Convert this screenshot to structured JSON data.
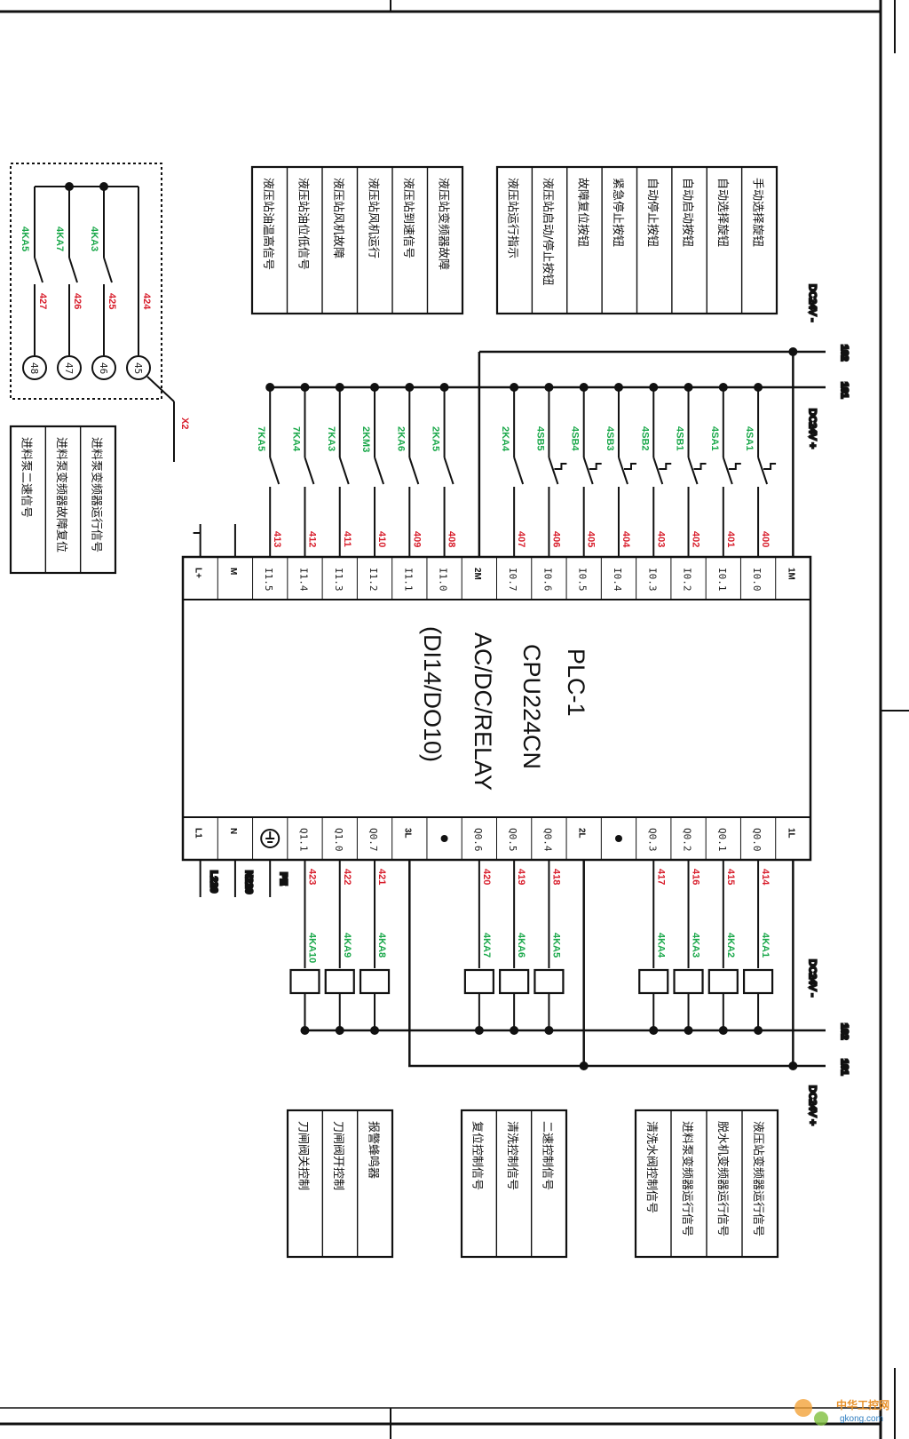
{
  "plc": {
    "name": "PLC-1",
    "model": "CPU224CN",
    "type": "AC/DC/RELAY",
    "io": "(DI14/DO10)"
  },
  "rails": {
    "r102": "102",
    "r101": "101",
    "dc_minus": "DC24V -",
    "dc_plus": "DC24V +"
  },
  "input_terminals": [
    "L+",
    "M",
    "I1.5",
    "I1.4",
    "I1.3",
    "I1.2",
    "I1.1",
    "I1.0",
    "2M",
    "I0.7",
    "I0.6",
    "I0.5",
    "I0.4",
    "I0.3",
    "I0.2",
    "I0.1",
    "I0.0",
    "1M"
  ],
  "output_terminals": [
    "L1",
    "N",
    "PE",
    "Q1.1",
    "Q1.0",
    "Q0.7",
    "3L",
    "•",
    "Q0.6",
    "Q0.5",
    "Q0.4",
    "2L",
    "•",
    "Q0.3",
    "Q0.2",
    "Q0.1",
    "Q0.0",
    "1L"
  ],
  "inputs": [
    {
      "wire": "400",
      "device": "4SA1"
    },
    {
      "wire": "401",
      "device": "4SA1"
    },
    {
      "wire": "402",
      "device": "4SB1"
    },
    {
      "wire": "403",
      "device": "4SB2"
    },
    {
      "wire": "404",
      "device": "4SB3"
    },
    {
      "wire": "405",
      "device": "4SB4"
    },
    {
      "wire": "406",
      "device": "4SB5"
    },
    {
      "wire": "407",
      "device": "2KA4"
    },
    {
      "wire": "408",
      "device": "2KA5"
    },
    {
      "wire": "409",
      "device": "2KA6"
    },
    {
      "wire": "410",
      "device": "2KM3"
    },
    {
      "wire": "411",
      "device": "7KA3"
    },
    {
      "wire": "412",
      "device": "7KA4"
    },
    {
      "wire": "413",
      "device": "7KA5"
    }
  ],
  "outputs": [
    {
      "wire": "414",
      "coil": "4KA1"
    },
    {
      "wire": "415",
      "coil": "4KA2"
    },
    {
      "wire": "416",
      "coil": "4KA3"
    },
    {
      "wire": "417",
      "coil": "4KA4"
    },
    {
      "wire": "418",
      "coil": "4KA5"
    },
    {
      "wire": "419",
      "coil": "4KA6"
    },
    {
      "wire": "420",
      "coil": "4KA7"
    },
    {
      "wire": "421",
      "coil": "4KA8"
    },
    {
      "wire": "422",
      "coil": "4KA9"
    },
    {
      "wire": "423",
      "coil": "4KA10"
    }
  ],
  "power_labels": {
    "l": "L220",
    "n": "N220",
    "pe": "PE"
  },
  "input_desc_group1": [
    "手动选择旋钮",
    "自动选择旋钮",
    "自动启动按钮",
    "自动停止按钮",
    "紧急停止按钮",
    "故障复位按钮",
    "液压站启动/停止按钮",
    "液压站运行指示"
  ],
  "input_desc_group2": [
    "液压站变频器故障",
    "液压站到速信号",
    "液压站风机运行",
    "液压站风机故障",
    "液压站油位低信号",
    "液压站油温高信号"
  ],
  "output_desc_group1": [
    "液压站变频器运行信号",
    "脱水机变频器运行信号",
    "进料泵变频器运行信号",
    "清洗水阀控制信号"
  ],
  "output_desc_group2": [
    "二速控制信号",
    "清洗控制信号",
    "复位控制信号"
  ],
  "output_desc_group3": [
    "报警蜂鸣器",
    "刀闸阀开控制",
    "刀闸阀关控制"
  ],
  "aux_box": {
    "common_wire": "424",
    "terminal": "X2",
    "contacts": [
      {
        "device": "4KA3",
        "wire": "425",
        "term": "46"
      },
      {
        "device": "4KA7",
        "wire": "426",
        "term": "47"
      },
      {
        "device": "4KA5",
        "wire": "427",
        "term": "48"
      }
    ],
    "common_term": "45"
  },
  "aux_desc": [
    "进料泵变频器运行信号",
    "进料泵变频器故障复位",
    "进料泵二速信号"
  ],
  "watermark": {
    "cn": "中华工控网",
    "url": "gkong.com"
  }
}
